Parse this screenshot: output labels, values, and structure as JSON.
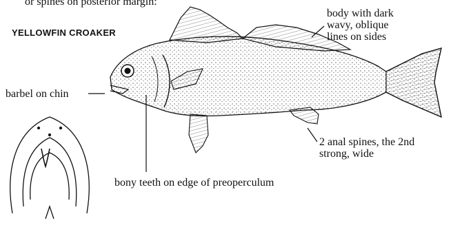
{
  "labels": {
    "top_fragment": "or spines on posterior margin:",
    "species_title": "YELLOWFIN CROAKER",
    "body": [
      "body with dark",
      "wavy, oblique",
      "lines on sides"
    ],
    "barbel": "barbel on chin",
    "anal_spines": [
      "2 anal spines, the 2nd",
      "strong, wide"
    ],
    "teeth": "bony teeth on edge of preoperculum"
  },
  "colors": {
    "ink": "#111111",
    "paper": "#ffffff"
  }
}
